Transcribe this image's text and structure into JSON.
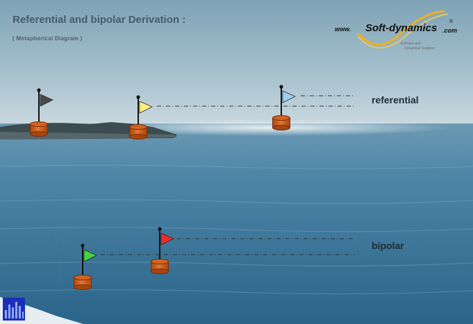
{
  "title": "Referential and bipolar Derivation :",
  "subtitle": "( Metaphorical Diagram )",
  "logo": {
    "prefix": "www.",
    "name": "Soft-dynamics",
    "registered": "®",
    "suffix": ".com",
    "tagline_line1": "Software and",
    "tagline_line2": "Dynamical Systems"
  },
  "labels": {
    "referential": "referential",
    "bipolar": "bipolar"
  },
  "buoys": [
    {
      "id": "reference",
      "flag_color": "#4a4a4a"
    },
    {
      "id": "referential-1",
      "flag_color": "#f7f080"
    },
    {
      "id": "referential-2",
      "flag_color": "#9ecdf2"
    },
    {
      "id": "bipolar-1",
      "flag_color": "#3fd63f"
    },
    {
      "id": "bipolar-2",
      "flag_color": "#ee2a2a"
    }
  ],
  "colors": {
    "buoy": "#d4641e",
    "buoy_outline": "#7a2c08",
    "lead_line": "#333333",
    "sky_top": "#7ea2b6",
    "sea_deep": "#2f6a8f"
  }
}
